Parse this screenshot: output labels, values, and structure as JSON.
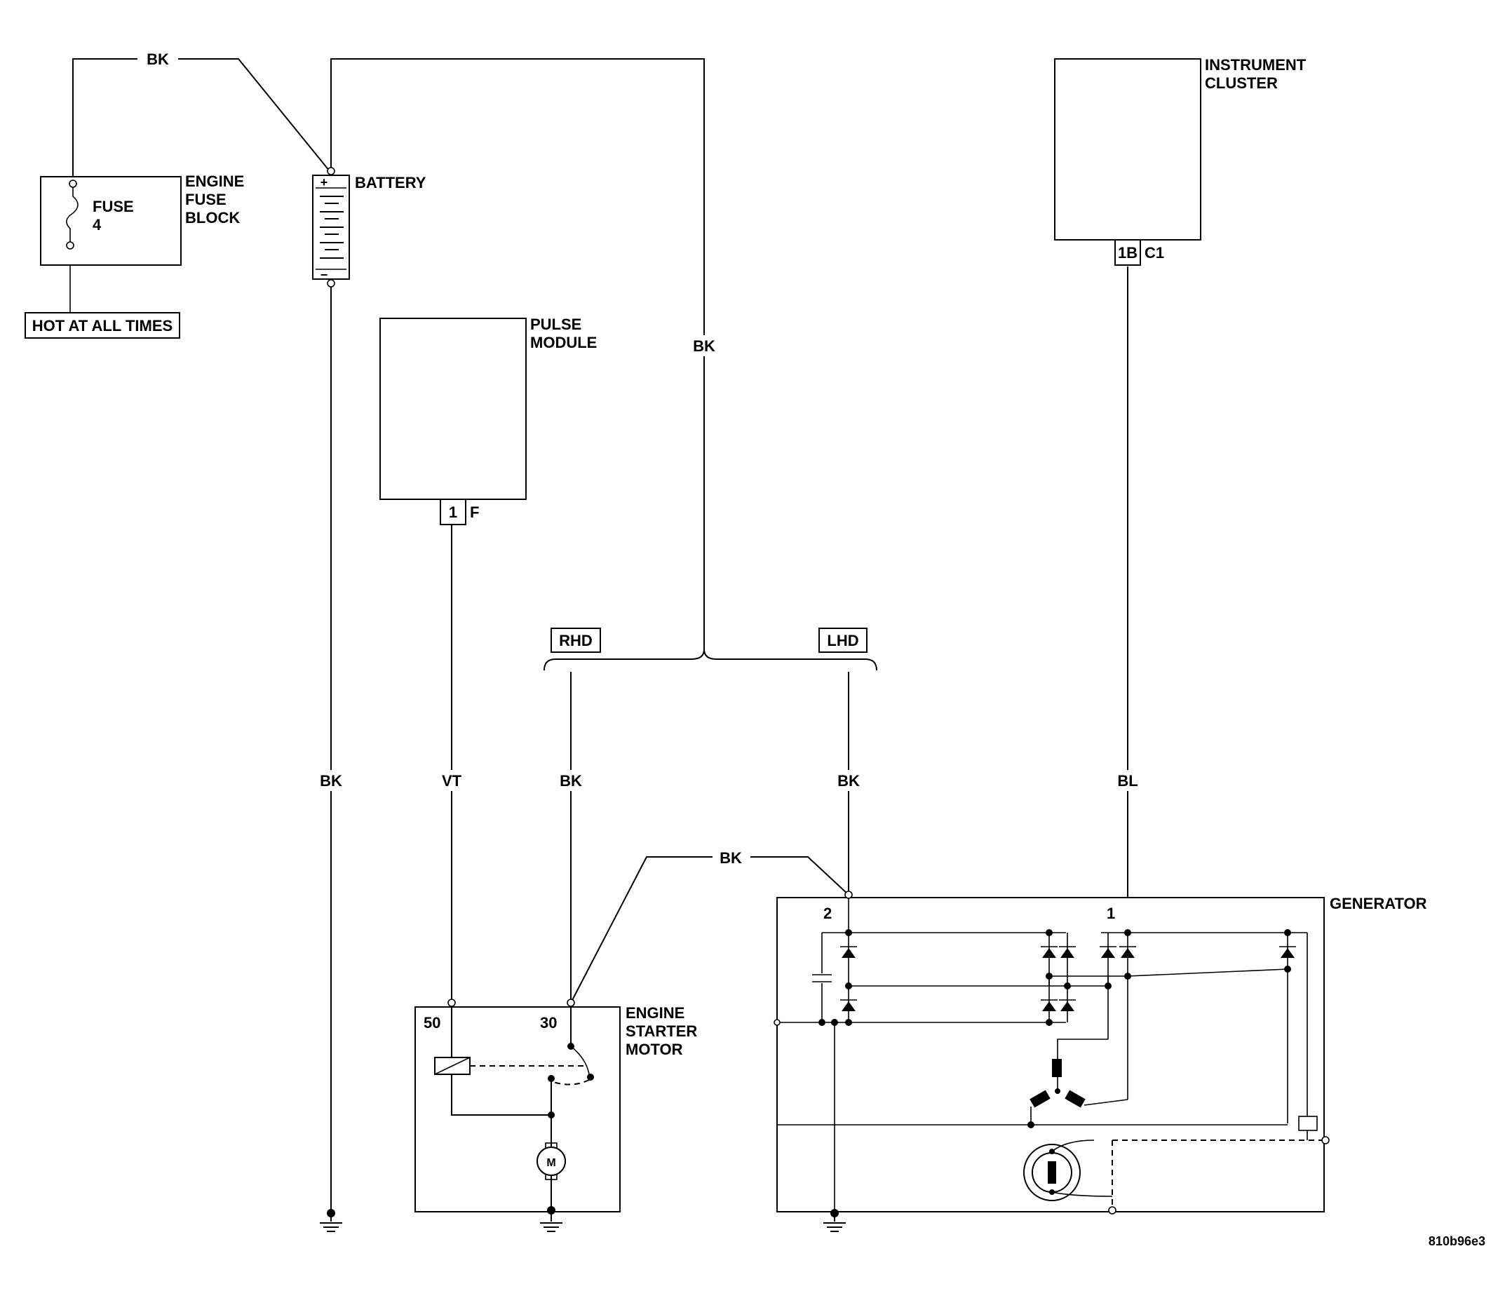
{
  "components": {
    "engine_fuse_block": {
      "title": [
        "ENGINE",
        "FUSE",
        "BLOCK"
      ],
      "fuse_name": "FUSE",
      "fuse_number": "4"
    },
    "hot_at_all_times": "HOT AT ALL TIMES",
    "battery": {
      "title": "BATTERY",
      "plus": "+",
      "minus": "−"
    },
    "pulse_module": {
      "title": [
        "PULSE",
        "MODULE"
      ],
      "pin": "1",
      "connector": "F"
    },
    "instrument_cluster": {
      "title": [
        "INSTRUMENT",
        "CLUSTER"
      ],
      "pin": "1B",
      "connector": "C1"
    },
    "engine_starter_motor": {
      "title": [
        "ENGINE",
        "STARTER",
        "MOTOR"
      ],
      "terminal_50": "50",
      "terminal_30": "30",
      "motor_symbol": "M"
    },
    "generator": {
      "title": "GENERATOR",
      "terminal_2": "2",
      "terminal_1": "1"
    }
  },
  "options": {
    "rhd": "RHD",
    "lhd": "LHD"
  },
  "wire_colors": {
    "fuse_to_battery": "BK",
    "battery_to_junction": "BK",
    "battery_to_ground": "BK",
    "pulse_to_starter": "VT",
    "rhd_to_starter": "BK",
    "lhd_to_generator": "BK",
    "starter_to_generator": "BK",
    "cluster_to_generator": "BL"
  },
  "figure_id": "810b96e3"
}
